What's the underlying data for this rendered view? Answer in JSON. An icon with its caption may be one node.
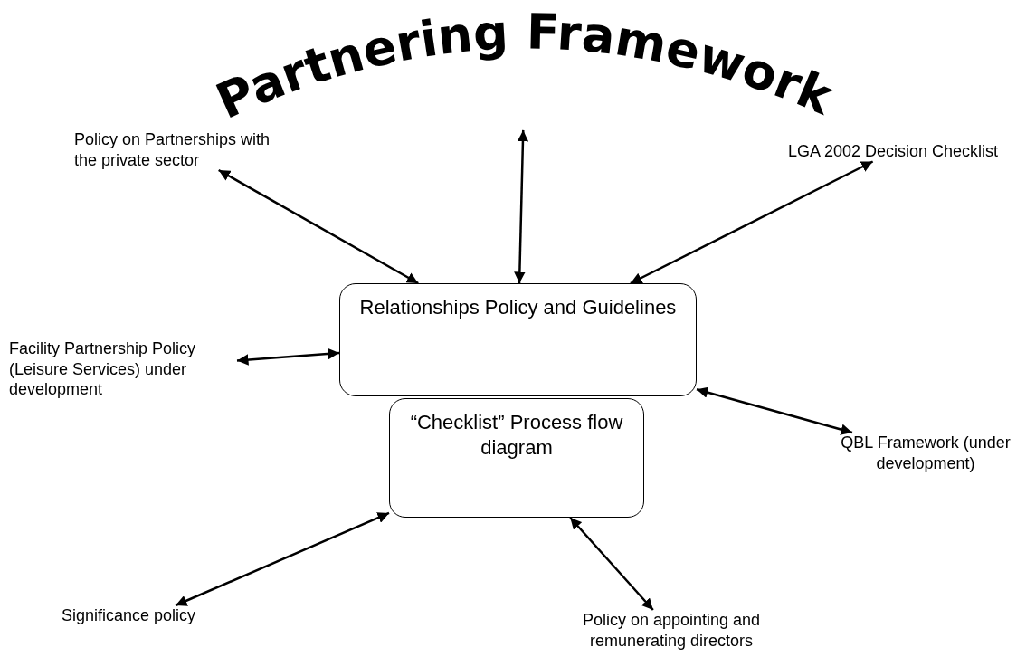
{
  "diagram": {
    "nodes": [
      {
        "text": [
          "Partnering Framework"
        ]
      },
      {
        "text": [
          "Relationships Policy and Guidelines"
        ]
      },
      {
        "text": [
          "“Checklist” Process flow diagram"
        ]
      },
      {
        "text": [
          "Policy on Partnerships with the private sector"
        ]
      },
      {
        "text": [
          "LGA 2002 Decision Checklist"
        ]
      },
      {
        "text": [
          "Facility Partnership Policy (Leisure Services) under development"
        ]
      },
      {
        "text": [
          "QBL Framework (under development)"
        ]
      },
      {
        "text": [
          "Significance policy"
        ]
      },
      {
        "text": [
          "Policy on appointing and remunerating directors"
        ]
      }
    ],
    "edges": [
      {
        "from": 0,
        "to": 1,
        "arrow": "both"
      },
      {
        "from": 3,
        "to": 1,
        "arrow": "both"
      },
      {
        "from": 4,
        "to": 1,
        "arrow": "both"
      },
      {
        "from": 5,
        "to": 1,
        "arrow": "both"
      },
      {
        "from": 6,
        "to": 1,
        "arrow": "both"
      },
      {
        "from": 7,
        "to": 2,
        "arrow": "both"
      },
      {
        "from": 8,
        "to": 2,
        "arrow": "both"
      }
    ]
  }
}
